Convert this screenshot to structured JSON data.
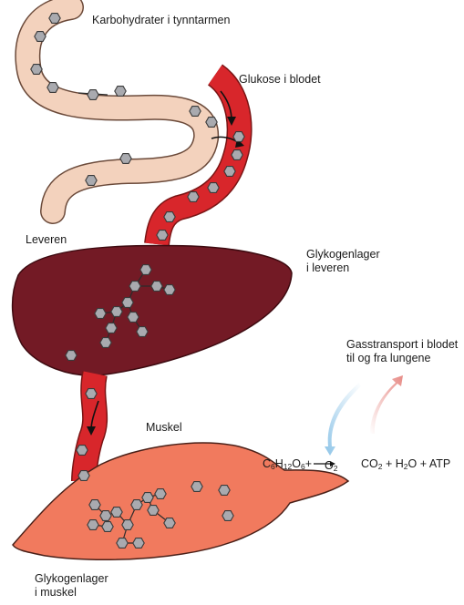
{
  "labels": {
    "intestine": "Karbohydrater i tynntarmen",
    "blood_glucose": "Glukose i blodet",
    "liver": "Leveren",
    "liver_store_1": "Glykogenlager",
    "liver_store_2": "i leveren",
    "gas_1": "Gasstransport i blodet",
    "gas_2": "til og fra lungene",
    "muscle": "Muskel",
    "muscle_store_1": "Glykogenlager",
    "muscle_store_2": "i muskel"
  },
  "equation": {
    "c": "C",
    "c_n": "6",
    "h": "H",
    "h_n": "12",
    "o": "O",
    "o_n": "6",
    "plus1": "+",
    "o2": "O",
    "o2_n": "2",
    "arrow": "⟶",
    "co2": "CO",
    "co2_n": "2",
    "plus2": "+",
    "h2o_h": "H",
    "h2o_n": "2",
    "h2o_o": "O",
    "plus3": "+",
    "atp": "ATP"
  },
  "colors": {
    "intestine_fill": "#f3d2bd",
    "intestine_edge": "#6b4a3a",
    "blood_fill": "#d8262b",
    "blood_edge": "#7a1515",
    "liver_fill": "#731a25",
    "muscle_fill": "#f17a5e",
    "hexagon_fill": "#a9aaaf",
    "hexagon_edge": "#3a3a3a",
    "arrow_blue": "#8fc5e8",
    "arrow_red": "#e78b86"
  }
}
